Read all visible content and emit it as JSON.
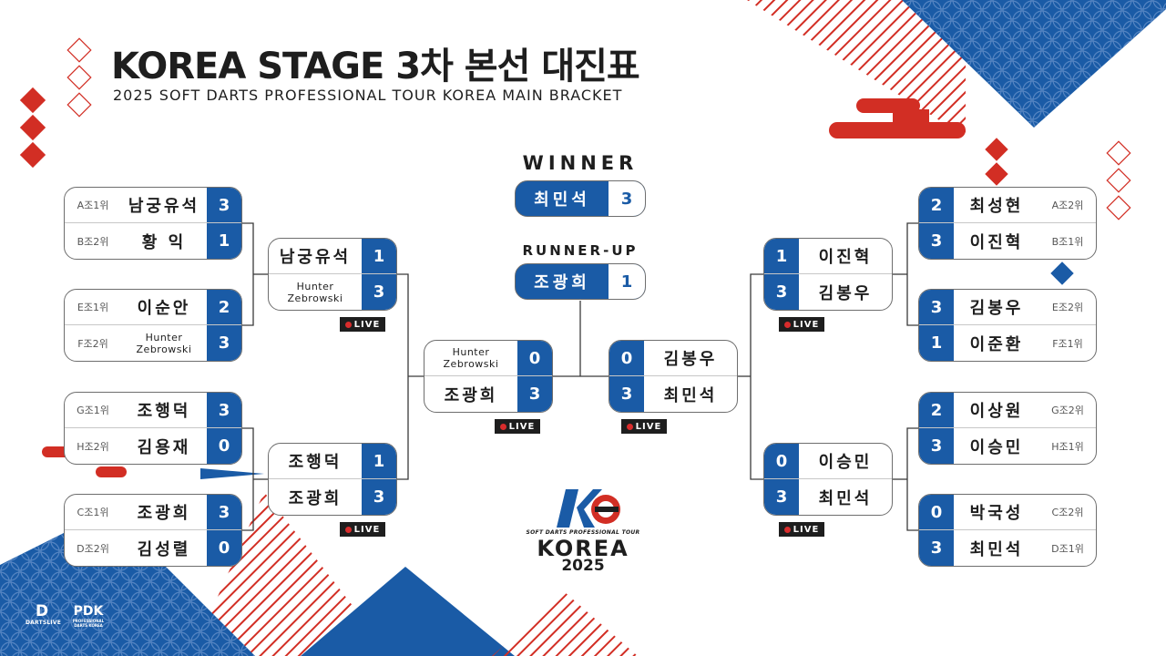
{
  "header": {
    "title": "KOREA STAGE 3차 본선 대진표",
    "subtitle": "2025 SOFT DARTS PROFESSIONAL TOUR KOREA MAIN BRACKET"
  },
  "final": {
    "winner_label": "WINNER",
    "winner_name": "최민석",
    "winner_score": "3",
    "runnerup_label": "RUNNER-UP",
    "runnerup_name": "조광희",
    "runnerup_score": "1"
  },
  "live_label": "LIVE",
  "left": {
    "r16": [
      {
        "p1": {
          "seed": "A조1위",
          "name": "남궁유석",
          "score": "3"
        },
        "p2": {
          "seed": "B조2위",
          "name": "황 익",
          "score": "1"
        }
      },
      {
        "p1": {
          "seed": "E조1위",
          "name": "이순안",
          "score": "2"
        },
        "p2": {
          "seed": "F조2위",
          "name": "Hunter Zebrowski",
          "score": "3"
        }
      },
      {
        "p1": {
          "seed": "G조1위",
          "name": "조행덕",
          "score": "3"
        },
        "p2": {
          "seed": "H조2위",
          "name": "김용재",
          "score": "0"
        }
      },
      {
        "p1": {
          "seed": "C조1위",
          "name": "조광희",
          "score": "3"
        },
        "p2": {
          "seed": "D조2위",
          "name": "김성렬",
          "score": "0"
        }
      }
    ],
    "qf": [
      {
        "p1": {
          "name": "남궁유석",
          "score": "1"
        },
        "p2": {
          "name": "Hunter Zebrowski",
          "score": "3"
        }
      },
      {
        "p1": {
          "name": "조행덕",
          "score": "1"
        },
        "p2": {
          "name": "조광희",
          "score": "3"
        }
      }
    ],
    "sf": {
      "p1": {
        "name": "Hunter Zebrowski",
        "score": "0"
      },
      "p2": {
        "name": "조광희",
        "score": "3"
      }
    }
  },
  "right": {
    "r16": [
      {
        "p1": {
          "seed": "A조2위",
          "name": "최성현",
          "score": "2"
        },
        "p2": {
          "seed": "B조1위",
          "name": "이진혁",
          "score": "3"
        }
      },
      {
        "p1": {
          "seed": "E조2위",
          "name": "김봉우",
          "score": "3"
        },
        "p2": {
          "seed": "F조1위",
          "name": "이준환",
          "score": "1"
        }
      },
      {
        "p1": {
          "seed": "G조2위",
          "name": "이상원",
          "score": "2"
        },
        "p2": {
          "seed": "H조1위",
          "name": "이승민",
          "score": "3"
        }
      },
      {
        "p1": {
          "seed": "C조2위",
          "name": "박국성",
          "score": "0"
        },
        "p2": {
          "seed": "D조1위",
          "name": "최민석",
          "score": "3"
        }
      }
    ],
    "qf": [
      {
        "p1": {
          "name": "이진혁",
          "score": "1"
        },
        "p2": {
          "name": "김봉우",
          "score": "3"
        }
      },
      {
        "p1": {
          "name": "이승민",
          "score": "0"
        },
        "p2": {
          "name": "최민석",
          "score": "3"
        }
      }
    ],
    "sf": {
      "p1": {
        "name": "김봉우",
        "score": "0"
      },
      "p2": {
        "name": "최민석",
        "score": "3"
      }
    }
  },
  "logo": {
    "tagline": "SOFT DARTS PROFESSIONAL TOUR",
    "wordmark": "KOREA",
    "year": "2025"
  },
  "footer": {
    "brand1": "DARTSLIVE",
    "brand2_main": "PDK",
    "brand2_sub": "PROFESSIONAL DARTS KOREA"
  },
  "colors": {
    "blue": "#1a5ba6",
    "red": "#d22e24",
    "dark": "#1e1e1e"
  }
}
